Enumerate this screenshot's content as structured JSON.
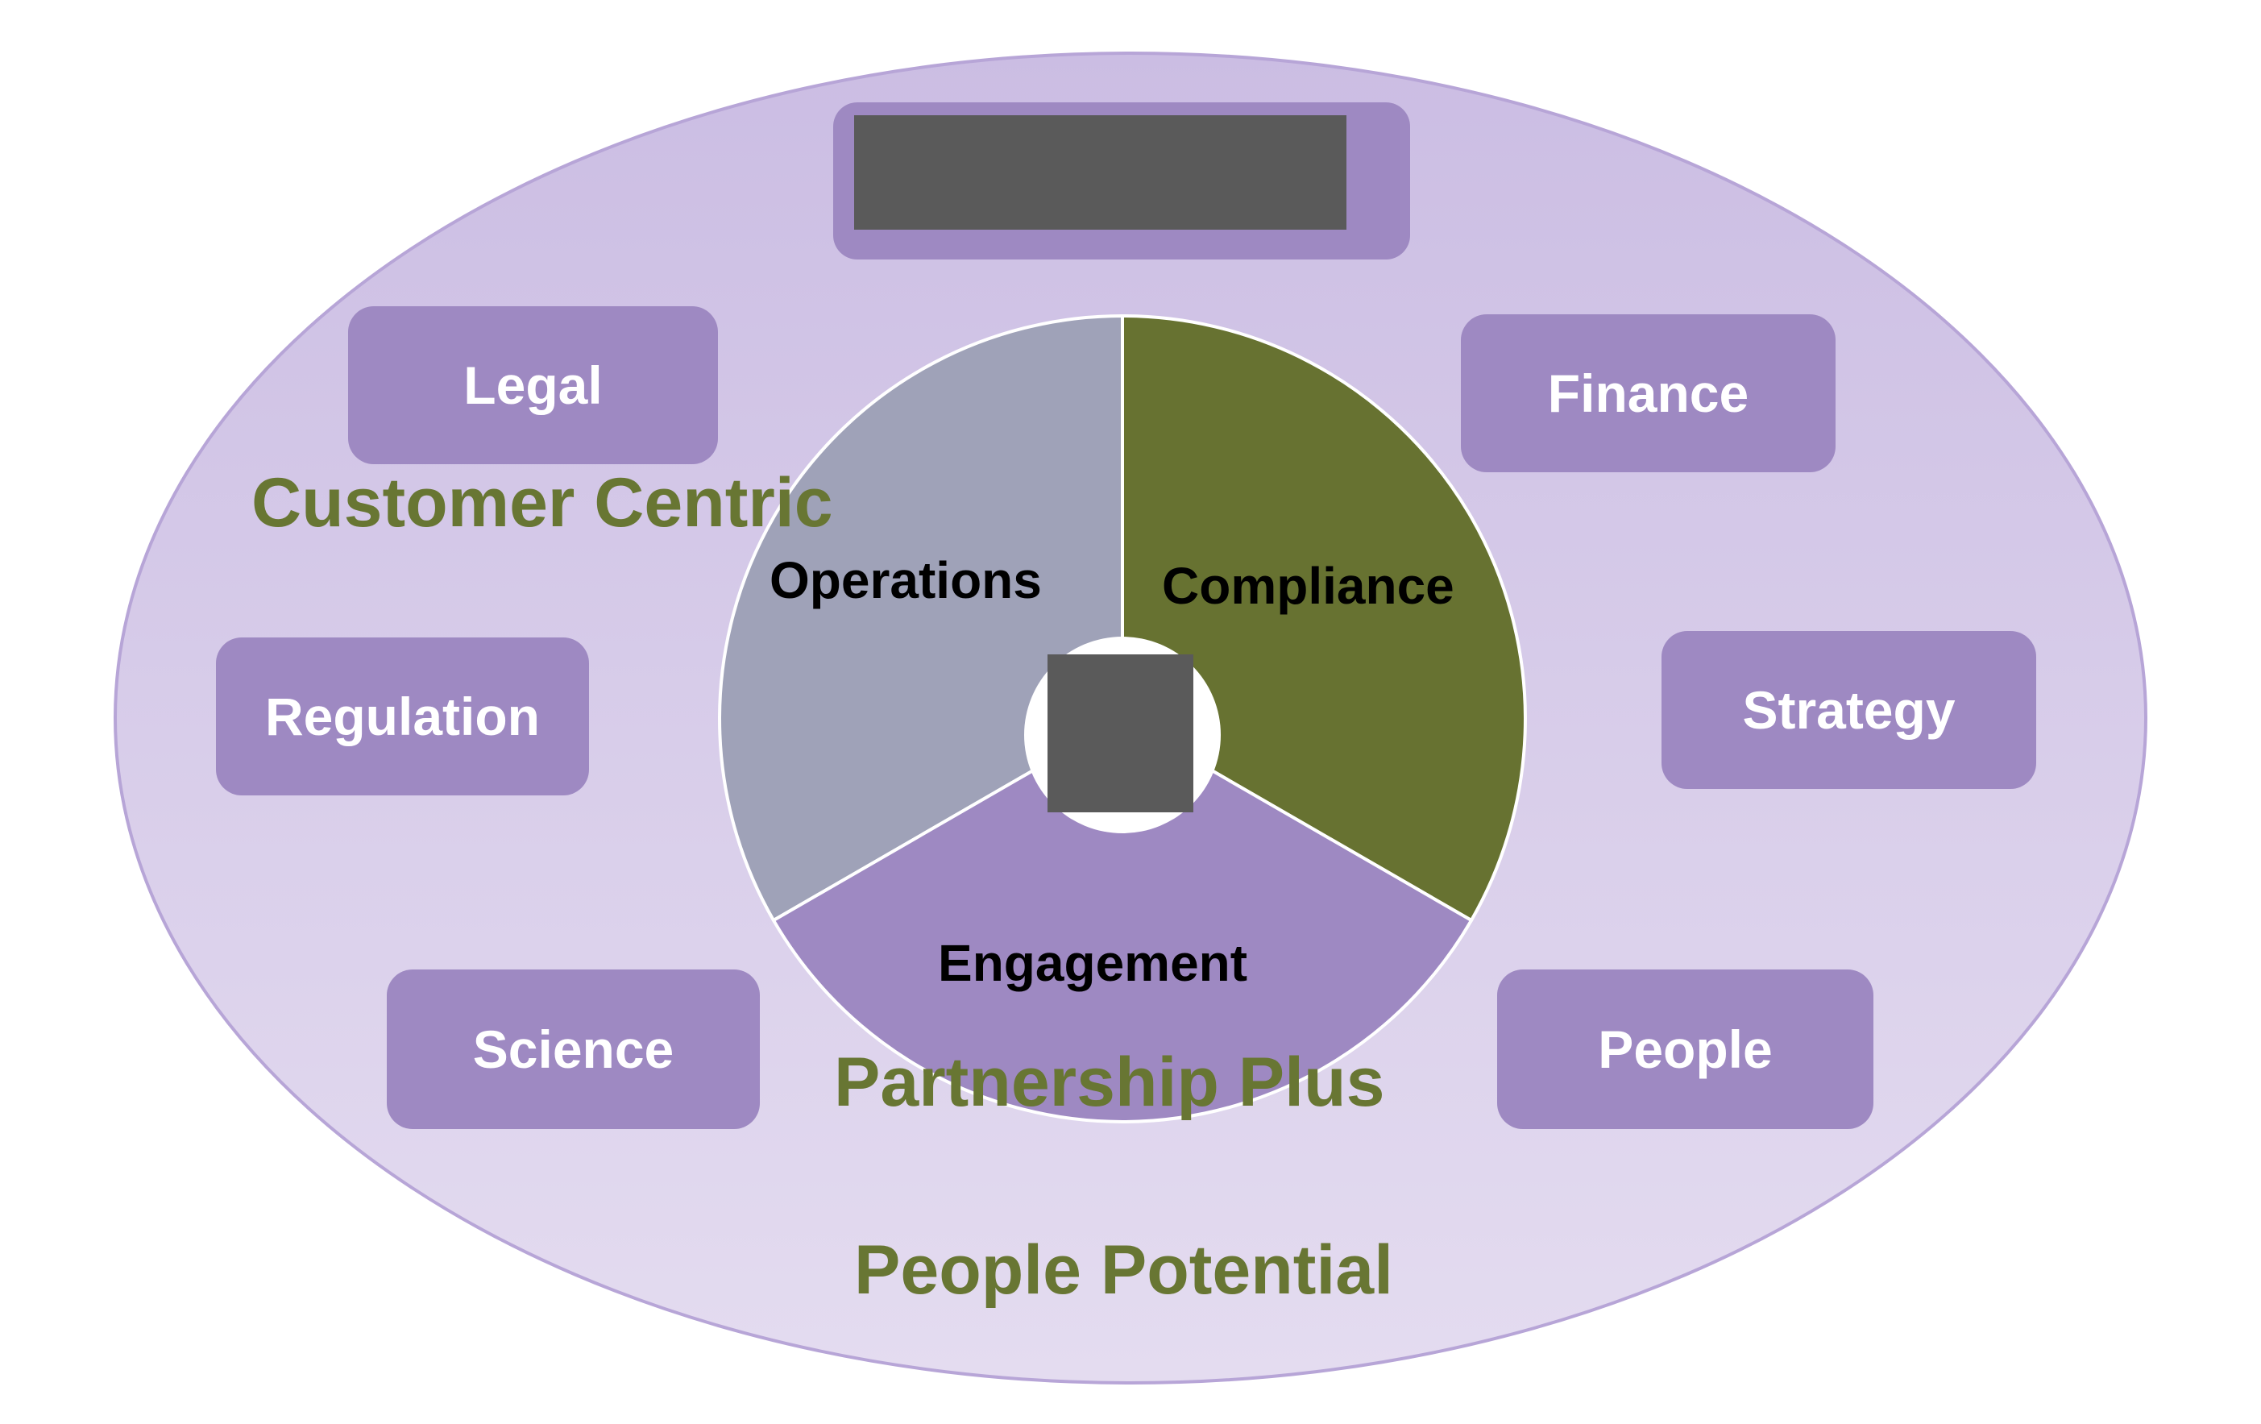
{
  "diagram": {
    "top_box": {
      "redacted": true
    },
    "center_badge": {
      "redacted": true
    },
    "departments": {
      "legal": "Legal",
      "finance": "Finance",
      "regulation": "Regulation",
      "strategy": "Strategy",
      "science": "Science",
      "people": "People"
    },
    "segments": {
      "operations": "Operations",
      "compliance": "Compliance",
      "engagement": "Engagement"
    },
    "values": {
      "customer_centric": "Customer Centric",
      "partnership_plus": "Partnership Plus",
      "people_potential": "People Potential"
    },
    "colors": {
      "ellipse_fill_top": "#cbbde3",
      "ellipse_fill_bottom": "#e4dcf0",
      "ellipse_stroke": "#b7a5d7",
      "box": "#9e89c2",
      "operations": "#9fa2b8",
      "compliance": "#677231",
      "engagement": "#9e89c2",
      "value_text": "#687633",
      "redaction": "#5a5a5a"
    }
  }
}
